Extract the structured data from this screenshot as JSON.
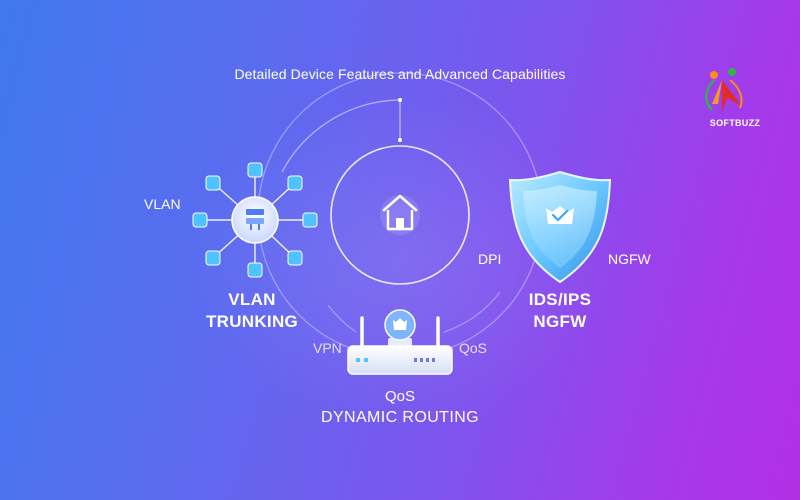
{
  "title": "Detailed Device Features and Advanced Capabilities",
  "brand": {
    "name": "SOFTBUZZ"
  },
  "switch": {
    "side_label": "VLAN",
    "caption_line1": "VLAN",
    "caption_line2": "TRUNKING"
  },
  "router": {
    "left_label": "VPN",
    "right_label": "QoS",
    "caption_line1": "QoS",
    "caption_line2": "DYNAMIC ROUTING"
  },
  "firewall": {
    "left_label": "DPI",
    "right_label": "NGFW",
    "caption_line1": "IDS/IPS",
    "caption_line2": "NGFW"
  },
  "icons": {
    "hub": "network-hub-icon",
    "home": "home-icon",
    "shield": "shield-icon",
    "router": "router-icon",
    "logo": "softbuzz-logo-icon"
  },
  "colors": {
    "accent_blue": "#4fc3ff",
    "shield_fill": "#7fd4ff",
    "background_start": "#3f78ef",
    "background_end": "#b22fe6"
  }
}
